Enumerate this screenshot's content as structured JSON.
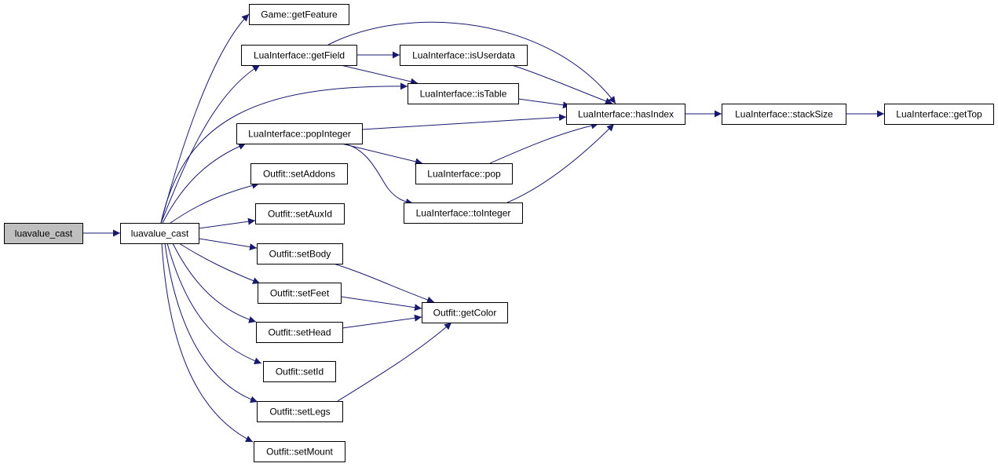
{
  "diagram": {
    "colors": {
      "edge": "#191970",
      "node_fill": "#ffffff",
      "root_fill": "#bfbfbf",
      "border": "#000000"
    },
    "nodes": [
      {
        "id": "root",
        "label": "luavalue_cast",
        "root": true
      },
      {
        "id": "lvc",
        "label": "luavalue_cast"
      },
      {
        "id": "gf",
        "label": "Game::getFeature"
      },
      {
        "id": "getField",
        "label": "LuaInterface::getField"
      },
      {
        "id": "isUserdata",
        "label": "LuaInterface::isUserdata"
      },
      {
        "id": "isTable",
        "label": "LuaInterface::isTable"
      },
      {
        "id": "hasIndex",
        "label": "LuaInterface::hasIndex"
      },
      {
        "id": "stackSize",
        "label": "LuaInterface::stackSize"
      },
      {
        "id": "getTop",
        "label": "LuaInterface::getTop"
      },
      {
        "id": "popInteger",
        "label": "LuaInterface::popInteger"
      },
      {
        "id": "pop",
        "label": "LuaInterface::pop"
      },
      {
        "id": "toInteger",
        "label": "LuaInterface::toInteger"
      },
      {
        "id": "setAddons",
        "label": "Outfit::setAddons"
      },
      {
        "id": "setAuxId",
        "label": "Outfit::setAuxId"
      },
      {
        "id": "setBody",
        "label": "Outfit::setBody"
      },
      {
        "id": "setFeet",
        "label": "Outfit::setFeet"
      },
      {
        "id": "setHead",
        "label": "Outfit::setHead"
      },
      {
        "id": "getColor",
        "label": "Outfit::getColor"
      },
      {
        "id": "setId",
        "label": "Outfit::setId"
      },
      {
        "id": "setLegs",
        "label": "Outfit::setLegs"
      },
      {
        "id": "setMount",
        "label": "Outfit::setMount"
      }
    ],
    "edges": [
      {
        "from": "root",
        "to": "lvc"
      },
      {
        "from": "lvc",
        "to": "gf"
      },
      {
        "from": "lvc",
        "to": "getField"
      },
      {
        "from": "lvc",
        "to": "isTable"
      },
      {
        "from": "lvc",
        "to": "popInteger"
      },
      {
        "from": "lvc",
        "to": "setAddons"
      },
      {
        "from": "lvc",
        "to": "setAuxId"
      },
      {
        "from": "lvc",
        "to": "setBody"
      },
      {
        "from": "lvc",
        "to": "setFeet"
      },
      {
        "from": "lvc",
        "to": "setHead"
      },
      {
        "from": "lvc",
        "to": "setId"
      },
      {
        "from": "lvc",
        "to": "setLegs"
      },
      {
        "from": "lvc",
        "to": "setMount"
      },
      {
        "from": "getField",
        "to": "isUserdata"
      },
      {
        "from": "getField",
        "to": "isTable"
      },
      {
        "from": "getField",
        "to": "hasIndex"
      },
      {
        "from": "isUserdata",
        "to": "hasIndex"
      },
      {
        "from": "isTable",
        "to": "hasIndex"
      },
      {
        "from": "popInteger",
        "to": "hasIndex"
      },
      {
        "from": "popInteger",
        "to": "pop"
      },
      {
        "from": "popInteger",
        "to": "toInteger"
      },
      {
        "from": "pop",
        "to": "hasIndex"
      },
      {
        "from": "toInteger",
        "to": "hasIndex"
      },
      {
        "from": "hasIndex",
        "to": "stackSize"
      },
      {
        "from": "stackSize",
        "to": "getTop"
      },
      {
        "from": "setBody",
        "to": "getColor"
      },
      {
        "from": "setFeet",
        "to": "getColor"
      },
      {
        "from": "setHead",
        "to": "getColor"
      },
      {
        "from": "setLegs",
        "to": "getColor"
      }
    ]
  }
}
